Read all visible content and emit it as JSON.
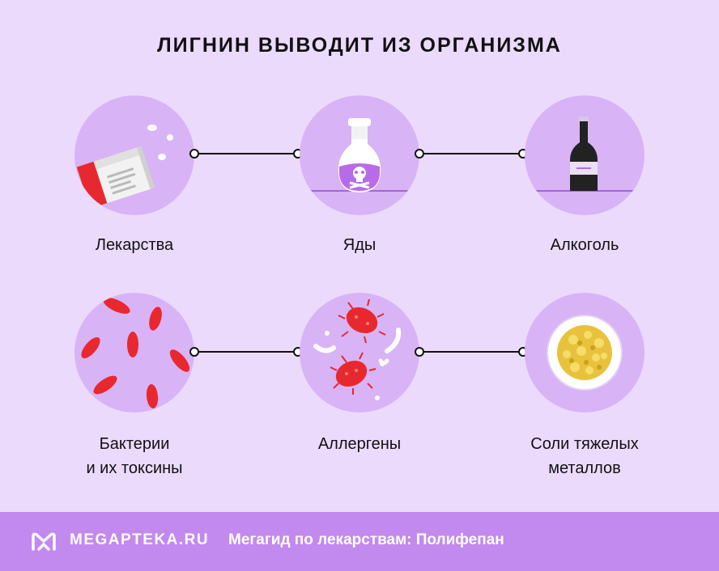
{
  "title": "ЛИГНИН ВЫВОДИТ ИЗ ОРГАНИЗМА",
  "items": [
    {
      "label": "Лекарства",
      "icon": "pills-box-icon"
    },
    {
      "label": "Яды",
      "icon": "poison-bottle-icon"
    },
    {
      "label": "Алкоголь",
      "icon": "beer-bottle-icon"
    },
    {
      "label": "Бактерии\nи их токсины",
      "icon": "bacteria-icon"
    },
    {
      "label": "Аллергены",
      "icon": "allergens-icon"
    },
    {
      "label": "Соли тяжелых\nметаллов",
      "icon": "metal-salts-plate-icon"
    }
  ],
  "footer": {
    "brand": "MEGAPTEKA.RU",
    "tagline": "Мегагид по лекарствам: Полифепан"
  },
  "colors": {
    "background": "#ecdafd",
    "circle": "#d8b3f6",
    "footer": "#c289ee",
    "accent_red": "#e8282f"
  }
}
